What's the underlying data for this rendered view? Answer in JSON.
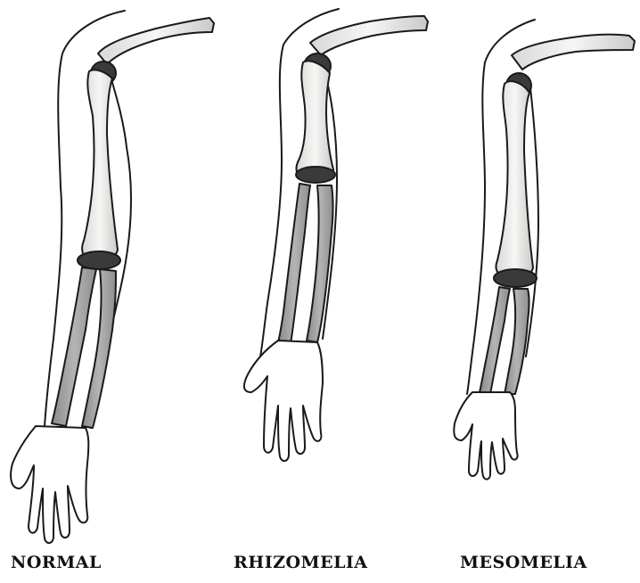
{
  "labels": {
    "normal": "NORMAL",
    "rhizomelia": "RHIZOMELIA",
    "mesomelia": "MESOMELIA"
  },
  "colors": {
    "ink": "#1a1a1a",
    "bone_fill": "#f4f4f2",
    "bone_shade": "#9a9a9a",
    "joint": "#3a3a3a",
    "background": "#ffffff"
  }
}
